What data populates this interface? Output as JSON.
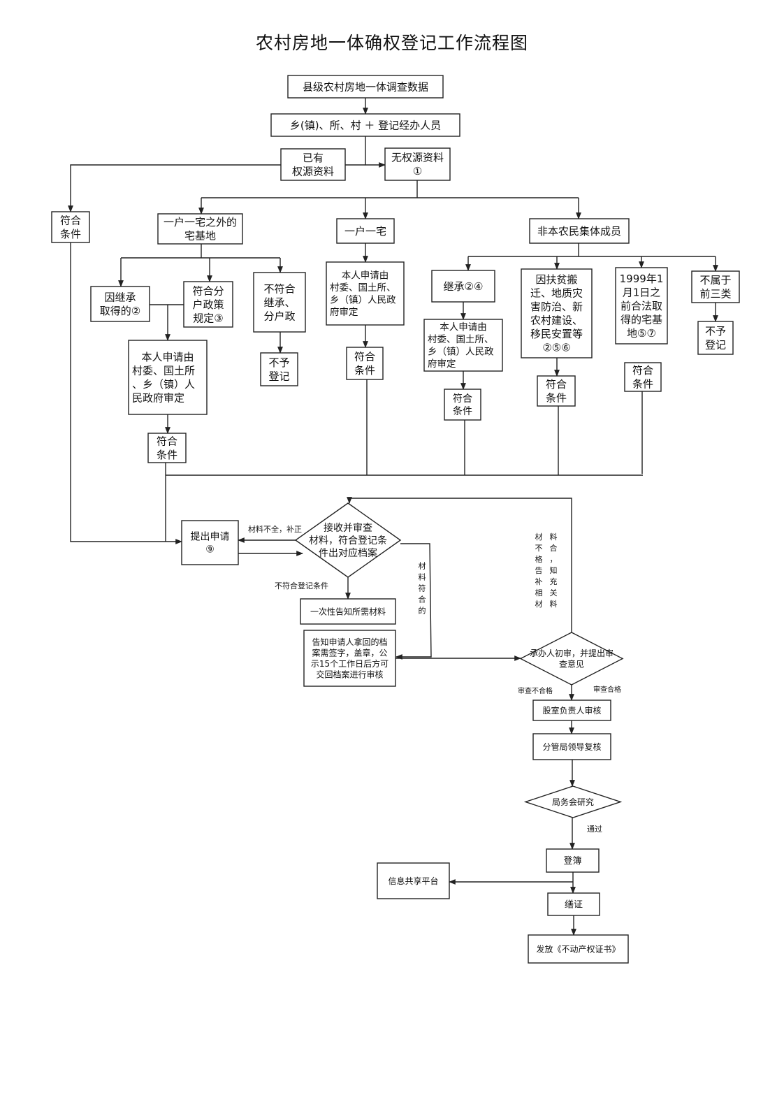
{
  "title": "农村房地一体确权登记工作流程图",
  "nodes": {
    "county_data": [
      "县级农村房地一体调查数据"
    ],
    "staff": [
      "乡(镇)、所、村 ＋ 登记经办人员"
    ],
    "has_source": [
      "已有",
      "权源资料"
    ],
    "no_source": [
      "无权源资料",
      "①"
    ],
    "qualified_left": [
      "符合",
      "条件"
    ],
    "extra_homestead": [
      "一户一宅之外的",
      "宅基地"
    ],
    "one_house": [
      "一户一宅"
    ],
    "non_member": [
      "非本农民集体成员"
    ],
    "inherit": [
      "因继承",
      "取得的②"
    ],
    "split_policy": [
      "符合分",
      "户政策",
      "规定③"
    ],
    "not_inherit": [
      "不符合",
      "继承、",
      "分户政"
    ],
    "apply_a": [
      "本人申请由",
      "村委、国土所",
      "、乡（镇）人",
      "民政府审定"
    ],
    "refuse_a": [
      "不予",
      "登记"
    ],
    "apply_b": [
      "本人申请由",
      "村委、国土所、",
      "乡（镇）人民政",
      "府审定"
    ],
    "qualified_b": [
      "符合",
      "条件"
    ],
    "qualified_a": [
      "符合",
      "条件"
    ],
    "inherit24": [
      "继承②④"
    ],
    "poverty": [
      "因扶贫搬",
      "迁、地质灾",
      "害防治、新",
      "农村建设、",
      "移民安置等",
      "②⑤⑥"
    ],
    "before1999": [
      "1999年1",
      "月1日之",
      "前合法取",
      "得的宅基",
      "地⑤⑦"
    ],
    "other": [
      "不属于",
      "前三类"
    ],
    "apply_c": [
      "本人申请由",
      "村委、国土所、",
      "乡（镇）人民政",
      "府审定"
    ],
    "qualified_c": [
      "符合",
      "条件"
    ],
    "qualified_d": [
      "符合",
      "条件"
    ],
    "qualified_e": [
      "符合",
      "条件"
    ],
    "refuse_b": [
      "不予",
      "登记"
    ],
    "submit": [
      "提出申请",
      "⑨"
    ],
    "receive": [
      "接收并审查",
      "材料，符合登记条",
      "件出对应档案"
    ],
    "notify_once": [
      "一次性告知所需材料"
    ],
    "notify_sign": [
      "告知申请人拿回的档",
      "案需签字，盖章，公",
      "示15个工作日后方可",
      "交回档案进行审核"
    ],
    "initial_review": [
      "承办人初审，并提出审",
      "查意见"
    ],
    "section_review": [
      "股室负责人审核"
    ],
    "leader_review": [
      "分管局领导复核"
    ],
    "bureau_meeting": [
      "局务会研究"
    ],
    "register": [
      "登簿"
    ],
    "info_share": [
      "信息共享平台"
    ],
    "certify": [
      "缮证"
    ],
    "issue": [
      "发放《不动产权证书》"
    ]
  },
  "labels": {
    "incomplete": "材料不全，补正",
    "not_qualified": "不符合登记条件",
    "materials_ok": "材料符合的",
    "materials_bad_col1": "材不格告补相材",
    "materials_bad_col2": "料合，知充关料",
    "review_fail": "审查不合格",
    "review_pass": "审查合格",
    "passed": "通过"
  }
}
